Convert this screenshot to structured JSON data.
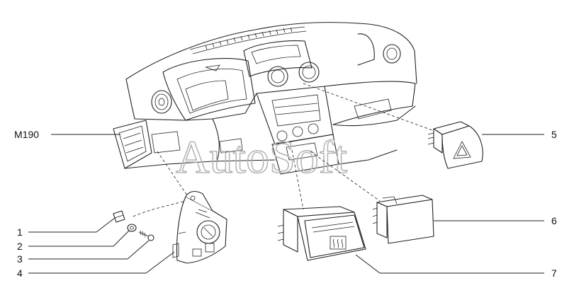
{
  "watermark": "AutoSoft",
  "callouts": [
    {
      "id": "M190",
      "label": "M190"
    },
    {
      "id": "1",
      "label": "1"
    },
    {
      "id": "2",
      "label": "2"
    },
    {
      "id": "3",
      "label": "3"
    },
    {
      "id": "4",
      "label": "4"
    },
    {
      "id": "5",
      "label": "5"
    },
    {
      "id": "6",
      "label": "6"
    },
    {
      "id": "7",
      "label": "7"
    }
  ],
  "switch_symbols": {
    "hazard_icon": "warning-triangle-icon",
    "rear_defrost_icon": "rear-window-heater-icon"
  }
}
